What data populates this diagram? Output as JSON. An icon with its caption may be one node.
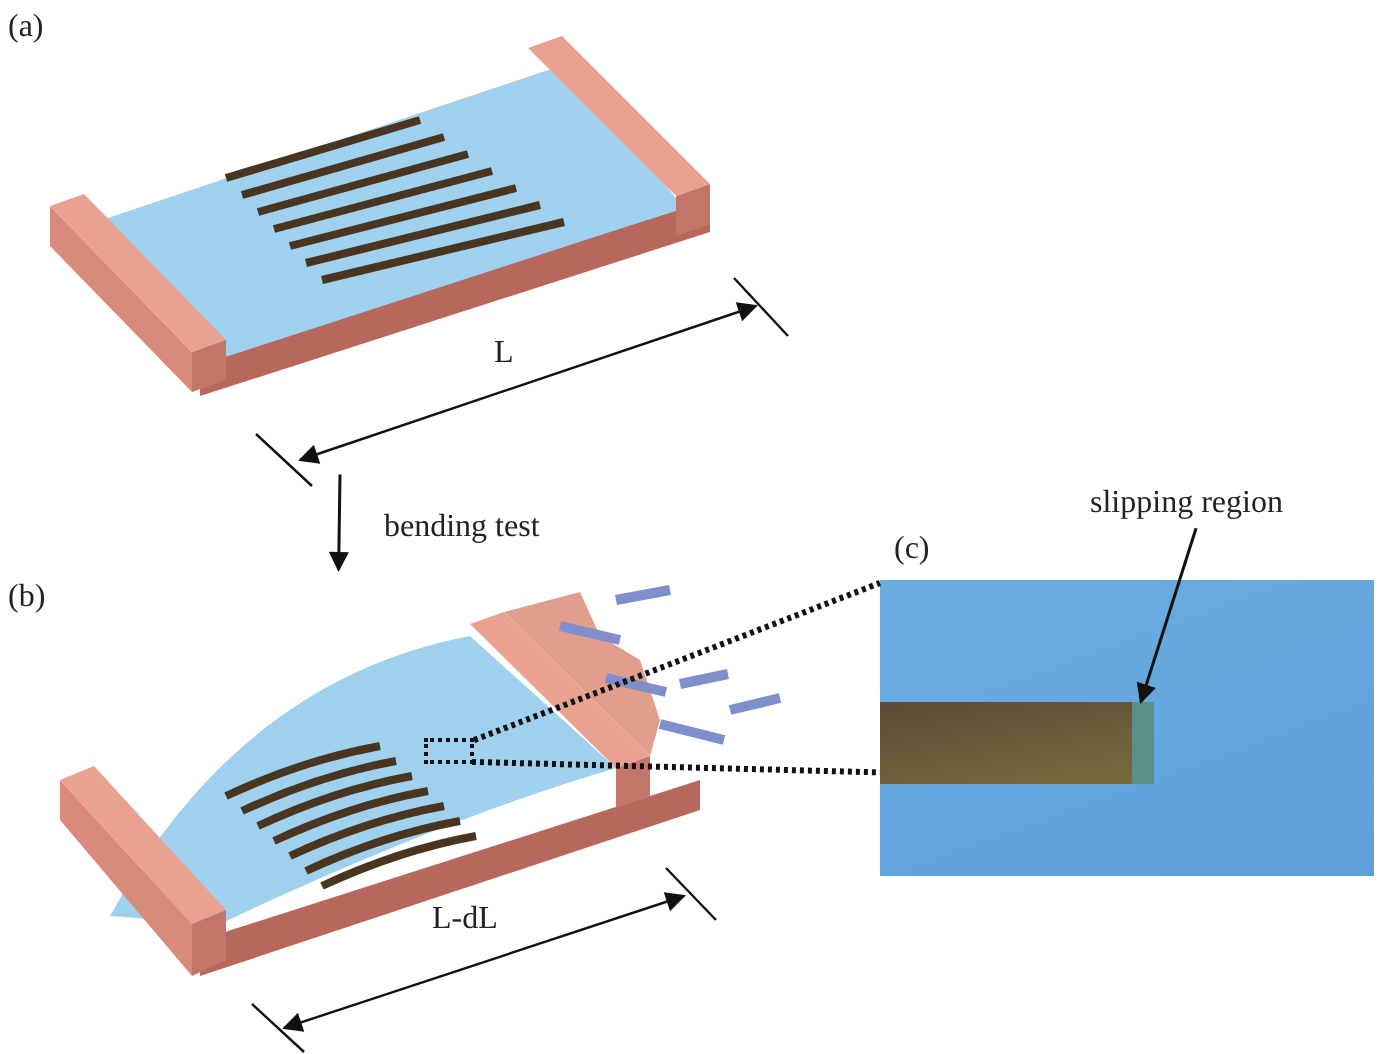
{
  "diagram": {
    "nodes": [
      {
        "text": [],
        "shape": "picture"
      },
      {
        "text": [],
        "shape": "picture"
      },
      {
        "text": [],
        "shape": "box",
        "in": 1
      },
      {
        "text": [],
        "shape": "box"
      },
      {
        "text": [
          "slipping region"
        ]
      },
      {
        "text": [],
        "shape": "bar",
        "in": 3
      }
    ],
    "edges": [
      {
        "from": 0,
        "to": 1,
        "arrow": "to",
        "label": "bending test"
      },
      {
        "from": 2,
        "to": 3,
        "arrow": "none",
        "style": "dashed"
      },
      {
        "from": 2,
        "to": 3,
        "arrow": "none",
        "style": "dashed"
      },
      {
        "from": 4,
        "to": 5,
        "arrow": "to"
      }
    ],
    "labels": [
      "(a)",
      "L",
      "(b)",
      "L-dL",
      "(c)"
    ]
  }
}
